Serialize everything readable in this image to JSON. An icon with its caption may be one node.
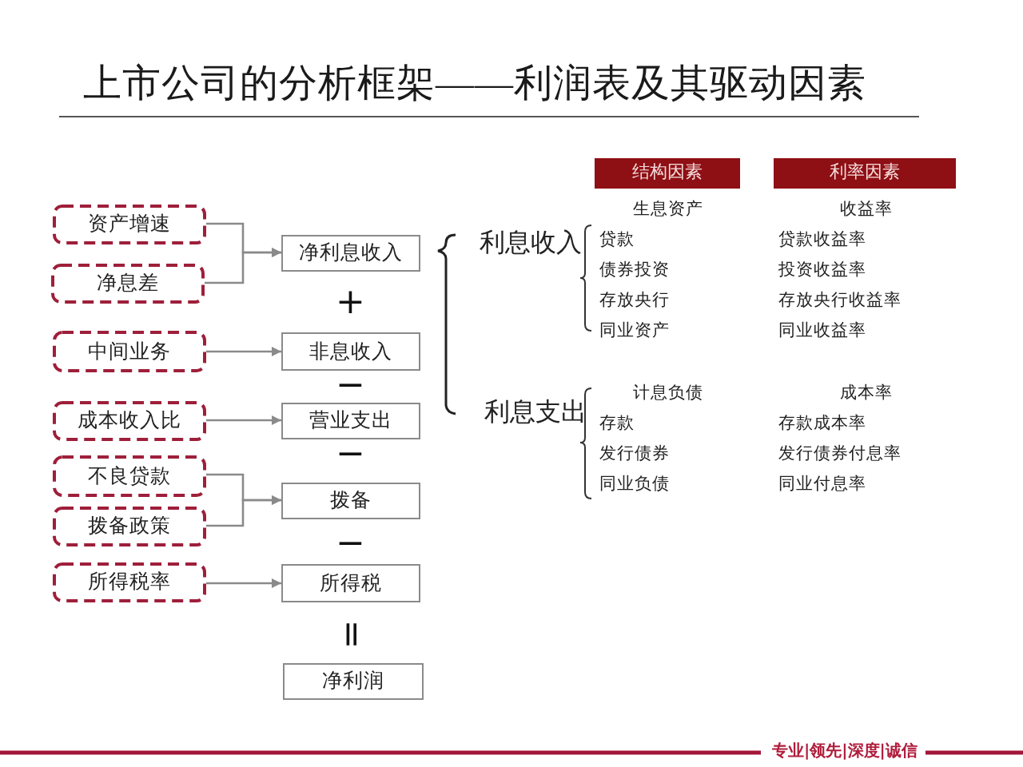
{
  "diagram": {
    "title": "上市公司的分析框架——利润表及其驱动因素",
    "nodes": [
      {
        "text": [
          "资产增速"
        ]
      },
      {
        "text": [
          "净息差"
        ]
      },
      {
        "text": [
          "中间业务"
        ]
      },
      {
        "text": [
          "成本收入比"
        ]
      },
      {
        "text": [
          "不良贷款"
        ]
      },
      {
        "text": [
          "拨备政策"
        ]
      },
      {
        "text": [
          "所得税率"
        ]
      },
      {
        "text": [
          "净利息收入"
        ]
      },
      {
        "text": [
          "非息收入"
        ]
      },
      {
        "text": [
          "营业支出"
        ]
      },
      {
        "text": [
          "拨备"
        ]
      },
      {
        "text": [
          "所得税"
        ]
      },
      {
        "text": [
          "净利润"
        ]
      },
      {
        "text": [
          "结构因素"
        ]
      },
      {
        "text": [
          "利率因素"
        ]
      }
    ],
    "edges": [
      {
        "from": 0,
        "to": 7,
        "arrow": "to"
      },
      {
        "from": 1,
        "to": 7,
        "arrow": "to"
      },
      {
        "from": 2,
        "to": 8,
        "arrow": "to"
      },
      {
        "from": 3,
        "to": 9,
        "arrow": "to"
      },
      {
        "from": 4,
        "to": 10,
        "arrow": "to"
      },
      {
        "from": 5,
        "to": 10,
        "arrow": "to"
      },
      {
        "from": 6,
        "to": 11,
        "arrow": "to"
      }
    ],
    "labels": [
      "+",
      "−",
      "−",
      "−",
      "=",
      "生息资产",
      "收益率",
      "利息收入",
      "贷款",
      "贷款收益率",
      "债券投资",
      "投资收益率",
      "存放央行",
      "存放央行收益率",
      "同业资产",
      "同业收益率",
      "计息负债",
      "成本率",
      "利息支出",
      "存款",
      "存款成本率",
      "发行债券",
      "发行债券付息率",
      "同业负债",
      "同业付息率",
      "专业|领先|深度|诚信"
    ]
  }
}
